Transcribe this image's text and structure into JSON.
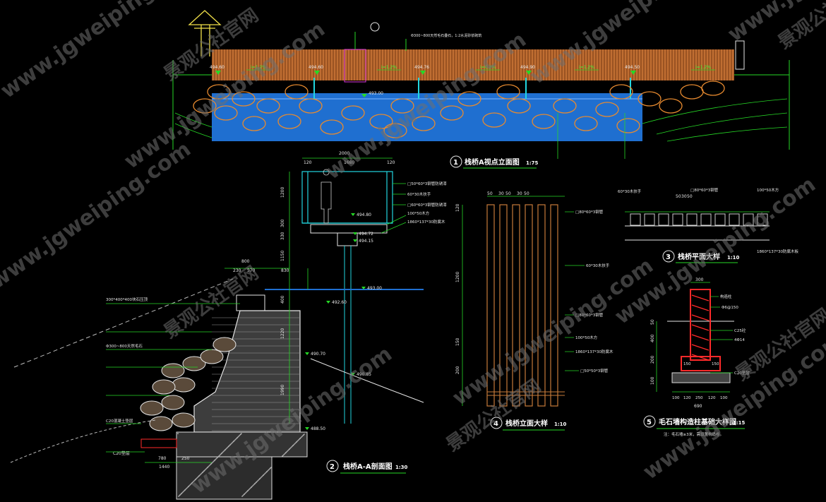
{
  "titles": [
    {
      "no": "1",
      "text": "栈桥A视点立面图",
      "scale": "1:75"
    },
    {
      "no": "2",
      "text": "栈桥A-A剖面图",
      "scale": "1:30"
    },
    {
      "no": "3",
      "text": "栈桥平面大样",
      "scale": "1:10"
    },
    {
      "no": "4",
      "text": "栈桥立面大样",
      "scale": "1:10"
    },
    {
      "no": "5",
      "text": "毛石墙构造柱基础大样图",
      "scale": "1:15"
    }
  ],
  "elevation": {
    "levels": [
      "494.60",
      "494.60",
      "494.76",
      "494.90",
      "494.50"
    ],
    "slopes": [
      "i=1.2%",
      "i=1.2%",
      "i=0.2%",
      "i=1.2%",
      "i=1.2%"
    ],
    "water_level": "493.00",
    "note": "Φ300~800天然毛石叠石，1:2水泥砂浆砌筑"
  },
  "section": {
    "width": "2000",
    "dims_top": [
      "120",
      "1680",
      "120"
    ],
    "dims_left": [
      "1200",
      "300",
      "330",
      "1150",
      "400",
      "1220",
      "1990"
    ],
    "dims_mid": [
      "800",
      "230",
      "570",
      "830"
    ],
    "dims_bottom": [
      "250",
      "780",
      "1440"
    ],
    "levels": [
      "494.80",
      "494.72",
      "494.15",
      "493.00",
      "492.60",
      "490.70",
      "490.85",
      "488.50"
    ],
    "notes": [
      "□50*60*3钢管防锈漆",
      "60*30木扶手",
      "□60*60*3钢管防锈漆",
      "100*50木方",
      "1860*137*30防腐木"
    ],
    "left_notes": [
      "300*400*400块石压顶",
      "Φ300~800天然毛石",
      "C20混凝土垫层"
    ],
    "c20": "C20垫层"
  },
  "plan_detail": {
    "dims": [
      "50",
      "30",
      "50"
    ],
    "labels": [
      "60*30木扶手",
      "□80*60*3钢管",
      "100*50木方",
      "1860*137*30防腐木板"
    ]
  },
  "elev_detail": {
    "dims_top": [
      "50",
      "30",
      "50",
      "30",
      "50"
    ],
    "dims_left": [
      "120",
      "1200",
      "150",
      "200"
    ],
    "labels": [
      "□80*60*3钢管",
      "60*30木扶手",
      "□80*60*3钢管",
      "100*50木方",
      "1860*137*30防腐木",
      "□50*50*3钢管"
    ]
  },
  "foundation": {
    "dims_top": [
      "300"
    ],
    "dims_left": [
      "50",
      "400",
      "200",
      "100"
    ],
    "dims_bottom": [
      "100",
      "120",
      "250",
      "120",
      "100"
    ],
    "total": "690",
    "labels": [
      "构造柱",
      "4Φ14",
      "Φ6@150",
      "C25砼",
      "C20垫层"
    ],
    "rebar_marks": [
      "150",
      "150"
    ],
    "note": "注：毛石墙≥3米，需设置构造柱。"
  },
  "watermarks": {
    "site": "www.jgweiping.com",
    "cn": "景观公社官网"
  },
  "colors": {
    "background": "#000000",
    "green": "#26d926",
    "cyan": "#22d6e0",
    "red": "#ff2a2a",
    "orange": "#e78a2f",
    "water": "#1f6fd0",
    "deck": "#b3652a"
  }
}
